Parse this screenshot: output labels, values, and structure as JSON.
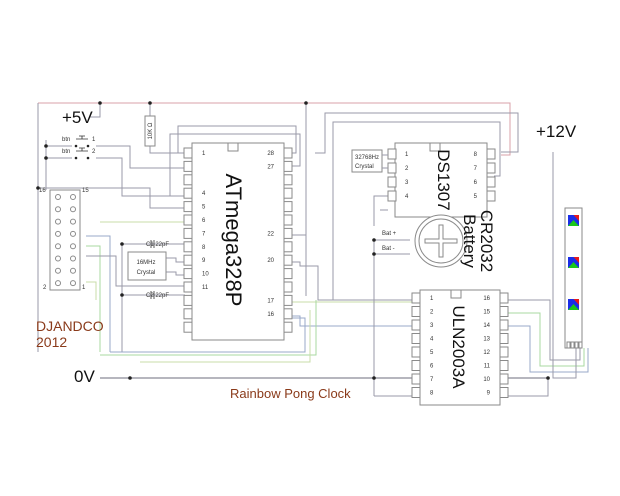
{
  "schematic": {
    "title": "Rainbow Pong Clock",
    "author": "DJANDCO",
    "year": "2012",
    "rails": {
      "vcc5": "+5V",
      "vcc12": "+12V",
      "gnd": "0V"
    },
    "buttons": [
      {
        "label": "btn",
        "num": "1"
      },
      {
        "label": "btn",
        "num": "2"
      }
    ],
    "resistor": {
      "label": "10K Ω"
    },
    "connector": {
      "pin_top_left": "16",
      "pin_top_right": "15",
      "pin_bottom_left": "2",
      "pin_bottom_right": "1"
    },
    "mcu": {
      "name": "ATmega328P",
      "left_pins": [
        "1",
        "",
        "",
        "4",
        "5",
        "6",
        "7",
        "8",
        "9",
        "10",
        "11",
        "",
        "",
        ""
      ],
      "right_pins": [
        "28",
        "27",
        "",
        "",
        "",
        "",
        "22",
        "",
        "20",
        "",
        "",
        "17",
        "16",
        ""
      ]
    },
    "crystal_16": {
      "line1": "16MHz",
      "line2": "Crystal"
    },
    "cap1": "C1 22pF",
    "cap2": "C2 22pF",
    "rtc": {
      "name": "DS1307",
      "left_pins": [
        "1",
        "2",
        "3",
        "4"
      ],
      "right_pins": [
        "8",
        "7",
        "6",
        "5"
      ]
    },
    "crystal_32": {
      "line1": "32768Hz",
      "line2": "Crystal"
    },
    "battery": {
      "line1": "CR2032",
      "line2": "Battery",
      "pos": "Bat +",
      "neg": "Bat -"
    },
    "driver": {
      "name": "ULN2003A",
      "left_pins": [
        "1",
        "2",
        "3",
        "4",
        "5",
        "6",
        "7",
        "8"
      ],
      "right_pins": [
        "16",
        "15",
        "14",
        "13",
        "12",
        "11",
        "10",
        "9"
      ]
    },
    "led_strip": {
      "leds": 3,
      "colors": [
        "#1a2ee8",
        "#e81a1a",
        "#1ac81a"
      ]
    }
  }
}
